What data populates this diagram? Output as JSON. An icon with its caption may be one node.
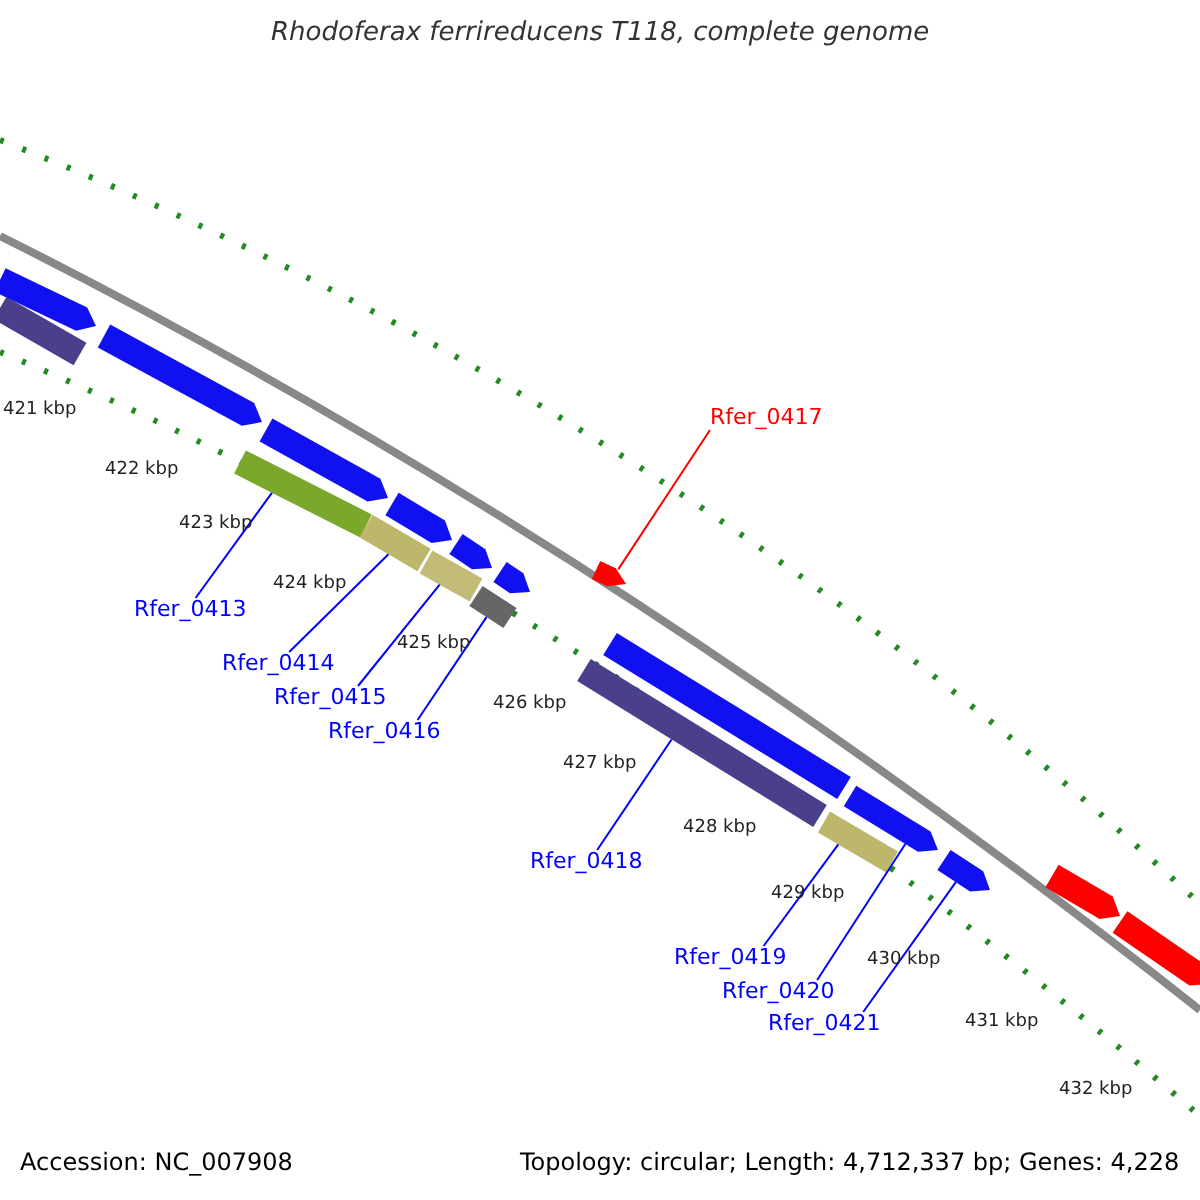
{
  "diagram": {
    "title": "Rhodoferax ferrireducens T118, complete genome",
    "nodes": [
      {
        "text": [
          "Rfer_0417"
        ]
      },
      {
        "text": [],
        "shape": "bar"
      },
      {
        "text": [
          "Rfer_0413"
        ]
      },
      {
        "text": [],
        "shape": "bar"
      },
      {
        "text": [
          "Rfer_0414"
        ]
      },
      {
        "text": [],
        "shape": "bar"
      },
      {
        "text": [
          "Rfer_0415"
        ]
      },
      {
        "text": [],
        "shape": "bar"
      },
      {
        "text": [
          "Rfer_0416"
        ]
      },
      {
        "text": [],
        "shape": "bar"
      },
      {
        "text": [
          "Rfer_0418"
        ]
      },
      {
        "text": [],
        "shape": "bar"
      },
      {
        "text": [
          "Rfer_0419"
        ]
      },
      {
        "text": [],
        "shape": "bar"
      },
      {
        "text": [
          "Rfer_0420"
        ]
      },
      {
        "text": [],
        "shape": "bar"
      },
      {
        "text": [
          "Rfer_0421"
        ]
      },
      {
        "text": [],
        "shape": "bar"
      },
      {
        "text": [],
        "shape": "bar"
      },
      {
        "text": [],
        "shape": "bar"
      },
      {
        "text": [],
        "shape": "bar"
      },
      {
        "text": [],
        "shape": "bar"
      },
      {
        "text": [],
        "shape": "bar"
      },
      {
        "text": [],
        "shape": "bar"
      },
      {
        "text": [],
        "shape": "bar"
      },
      {
        "text": [],
        "shape": "bar"
      },
      {
        "text": [],
        "shape": "bar"
      },
      {
        "text": [],
        "shape": "bar"
      }
    ],
    "edges": [
      {
        "from": 0,
        "to": 1,
        "arrow": "none",
        "color": "#ff0000"
      },
      {
        "from": 2,
        "to": 3,
        "arrow": "none"
      },
      {
        "from": 4,
        "to": 5,
        "arrow": "none"
      },
      {
        "from": 6,
        "to": 7,
        "arrow": "none"
      },
      {
        "from": 8,
        "to": 9,
        "arrow": "none"
      },
      {
        "from": 10,
        "to": 11,
        "arrow": "none"
      },
      {
        "from": 12,
        "to": 13,
        "arrow": "none"
      },
      {
        "from": 14,
        "to": 15,
        "arrow": "none"
      },
      {
        "from": 16,
        "to": 17,
        "arrow": "none"
      }
    ],
    "labels": [
      "421 kbp",
      "422 kbp",
      "423 kbp",
      "424 kbp",
      "425 kbp",
      "426 kbp",
      "427 kbp",
      "428 kbp",
      "429 kbp",
      "430 kbp",
      "431 kbp",
      "432 kbp",
      "Accession: NC_007908",
      "Topology: circular; Length: 4,712,337 bp; Genes: 4,228"
    ]
  }
}
